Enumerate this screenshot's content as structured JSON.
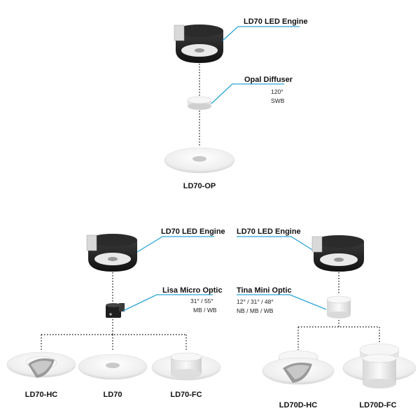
{
  "top": {
    "engine_label": "LD70 LED Engine",
    "diffuser_label": "Opal Diffuser",
    "diffuser_angle": "120°",
    "diffuser_type": "SWB",
    "product": "LD70-OP"
  },
  "bottom_left": {
    "engine_label": "LD70 LED Engine",
    "optic_label": "Lisa Micro Optic",
    "optic_angles": "31° / 55°",
    "optic_types": "MB / WB",
    "products": [
      "LD70-HC",
      "LD70",
      "LD70-FC"
    ]
  },
  "bottom_right": {
    "engine_label": "LD70 LED Engine",
    "optic_label": "Tina Mini Optic",
    "optic_angles": "12° / 31° / 48°",
    "optic_types": "NB / MB / WB",
    "products": [
      "LD70D-HC",
      "LD70D-FC"
    ]
  },
  "colors": {
    "leader": "#2aa3d8",
    "engine": "#1c1c1c",
    "trim": "#f2f2f2"
  }
}
